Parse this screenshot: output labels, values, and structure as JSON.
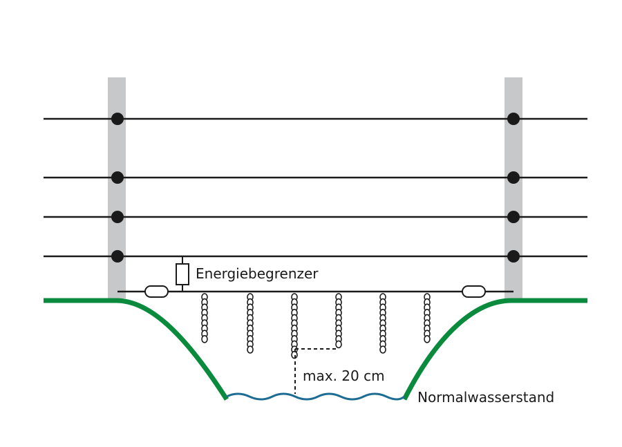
{
  "labels": {
    "limiter": "Energiebegrenzer",
    "max_distance": "max. 20 cm",
    "water_level": "Normalwasserstand"
  },
  "colors": {
    "post": "#c6c8ca",
    "wire": "#1a1a1a",
    "ground": "#0a8a3c",
    "water": "#1d6c93"
  },
  "fence": {
    "wire_count": 4,
    "post_count": 2,
    "chain_count": 6
  }
}
